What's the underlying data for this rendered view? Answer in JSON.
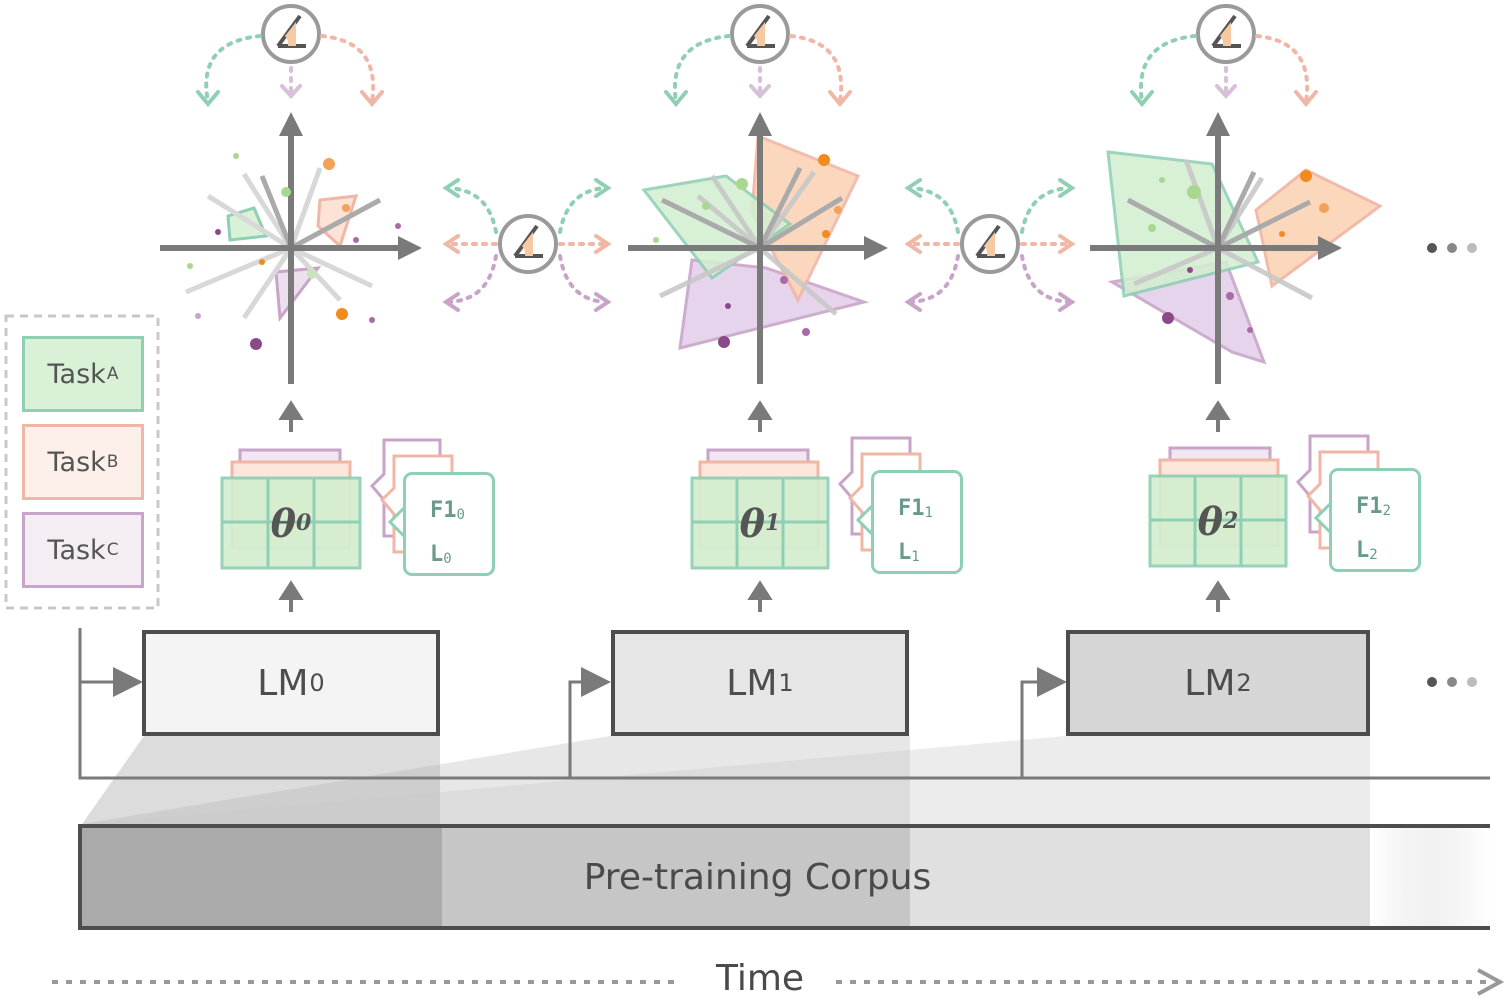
{
  "legend": {
    "tasks": [
      {
        "name": "Task",
        "sub": "A",
        "fill": "#d9f1d6",
        "stroke": "#8fcfb4"
      },
      {
        "name": "Task",
        "sub": "B",
        "fill": "#fdf0ea",
        "stroke": "#f0b6a6"
      },
      {
        "name": "Task",
        "sub": "C",
        "fill": "#f4edf4",
        "stroke": "#c8a4c8"
      }
    ]
  },
  "models": [
    {
      "name": "LM",
      "sub": "0",
      "theta": "θ",
      "theta_sub": "0",
      "metric_f1": "F1",
      "metric_l": "L",
      "metric_sub": "0"
    },
    {
      "name": "LM",
      "sub": "1",
      "theta": "θ",
      "theta_sub": "1",
      "metric_f1": "F1",
      "metric_l": "L",
      "metric_sub": "1"
    },
    {
      "name": "LM",
      "sub": "2",
      "theta": "θ",
      "theta_sub": "2",
      "metric_f1": "F1",
      "metric_l": "L",
      "metric_sub": "2"
    }
  ],
  "corpus_label": "Pre-training Corpus",
  "time_label": "Time",
  "colors": {
    "green": "#8fcfb4",
    "orange": "#f0b6a6",
    "purple": "#c8a4c8",
    "axis": "#7a7a7a",
    "dark": "#4d4d4d"
  }
}
